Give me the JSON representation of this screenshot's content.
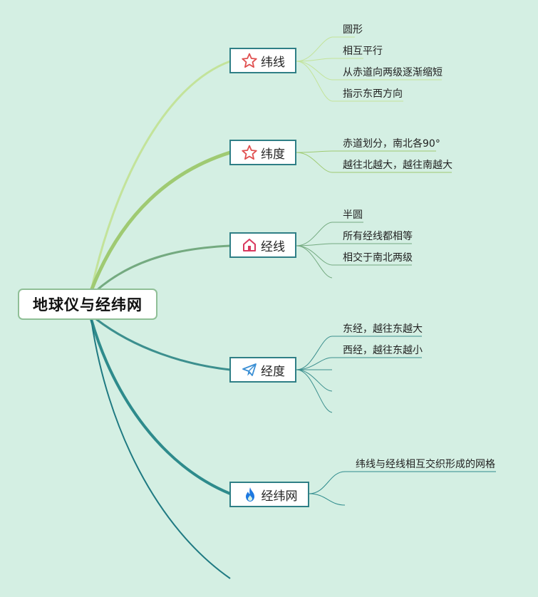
{
  "root": {
    "label": "地球仪与经纬网"
  },
  "topics": [
    {
      "label": "纬线",
      "icon": "star-icon",
      "children": [
        "圆形",
        "相互平行",
        "从赤道向两级逐渐缩短",
        "指示东西方向"
      ]
    },
    {
      "label": "纬度",
      "icon": "star-icon",
      "children": [
        "赤道划分，南北各90°",
        "越往北越大，越往南越大"
      ]
    },
    {
      "label": "经线",
      "icon": "house-icon",
      "children": [
        "半圆",
        "所有经线都相等",
        "相交于南北两级",
        ""
      ]
    },
    {
      "label": "经度",
      "icon": "paper-plane-icon",
      "children": [
        "东经，越往东越大",
        "西经，越往东越小",
        "",
        "",
        ""
      ]
    },
    {
      "label": "经纬网",
      "icon": "flame-icon",
      "children": [
        "纬线与经线相互交织形成的网格",
        ""
      ]
    }
  ],
  "colors": {
    "background": "#d4efe3",
    "branch_weft": "#c3e39a",
    "branch_lat": "#9fca72",
    "branch_meridian": "#74aa80",
    "branch_long": "#3c8f8e",
    "branch_grid": "#2e8b8c",
    "branch_tail": "#1f7a82",
    "star": "#e05050",
    "house": "#d9385e",
    "plane": "#3b8fd4",
    "flame": "#1e78e0"
  }
}
